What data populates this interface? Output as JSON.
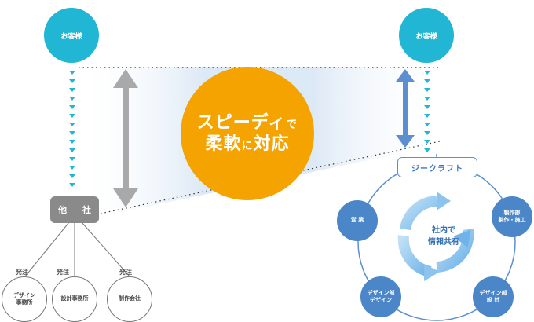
{
  "customers": {
    "left": "お客様",
    "right": "お客様"
  },
  "hero": {
    "line1": "スピーディ",
    "line1_small": "で",
    "line2a": "柔軟",
    "line2_small": "に",
    "line2b": "対応"
  },
  "others": {
    "label": "他 社"
  },
  "subcontractors": [
    {
      "order_label": "発注",
      "name_line1": "デザイン",
      "name_line2": "事務所"
    },
    {
      "order_label": "発注",
      "name_line1": "設計事務所",
      "name_line2": ""
    },
    {
      "order_label": "発注",
      "name_line1": "制作会社",
      "name_line2": ""
    }
  ],
  "company": {
    "name": "ジークラフト"
  },
  "center": {
    "line1": "社内で",
    "line2": "情報共有"
  },
  "departments": [
    {
      "line1": "営 業",
      "line2": ""
    },
    {
      "line1": "製作部",
      "line2": "製作・施工"
    },
    {
      "line1": "デザイン部",
      "line2": "デザイン"
    },
    {
      "line1": "デザイン部",
      "line2": "設 計"
    }
  ],
  "colors": {
    "customer": "#21b6d4",
    "hero": "#f4a300",
    "others": "#8a8a8a",
    "department": "#4a86c8",
    "connector_arrow": "#21b6d4",
    "gray_arrow": "#a9a9a9",
    "blue_arrow": "#5b8fcf"
  }
}
